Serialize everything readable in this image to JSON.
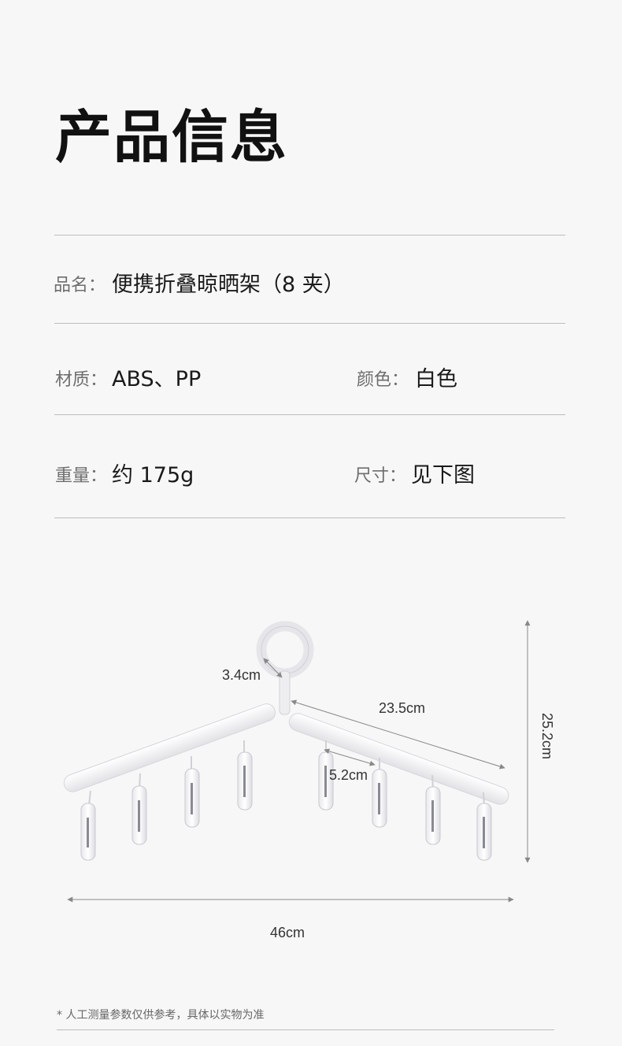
{
  "header": {
    "title": "产品信息"
  },
  "info": {
    "name": {
      "label": "品名：",
      "value": "便携折叠晾晒架（8 夹）"
    },
    "material": {
      "label": "材质：",
      "value": "ABS、PP"
    },
    "color": {
      "label": "颜色：",
      "value": "白色"
    },
    "weight": {
      "label": "重量：",
      "value": "约 175g"
    },
    "size": {
      "label": "尺寸：",
      "value": "见下图"
    }
  },
  "dimensions": {
    "hook": "3.4cm",
    "arm": "23.5cm",
    "clip_gap": "5.2cm",
    "height": "25.2cm",
    "width": "46cm"
  },
  "footnote": "* 人工测量参数仅供参考，具体以实物为准"
}
